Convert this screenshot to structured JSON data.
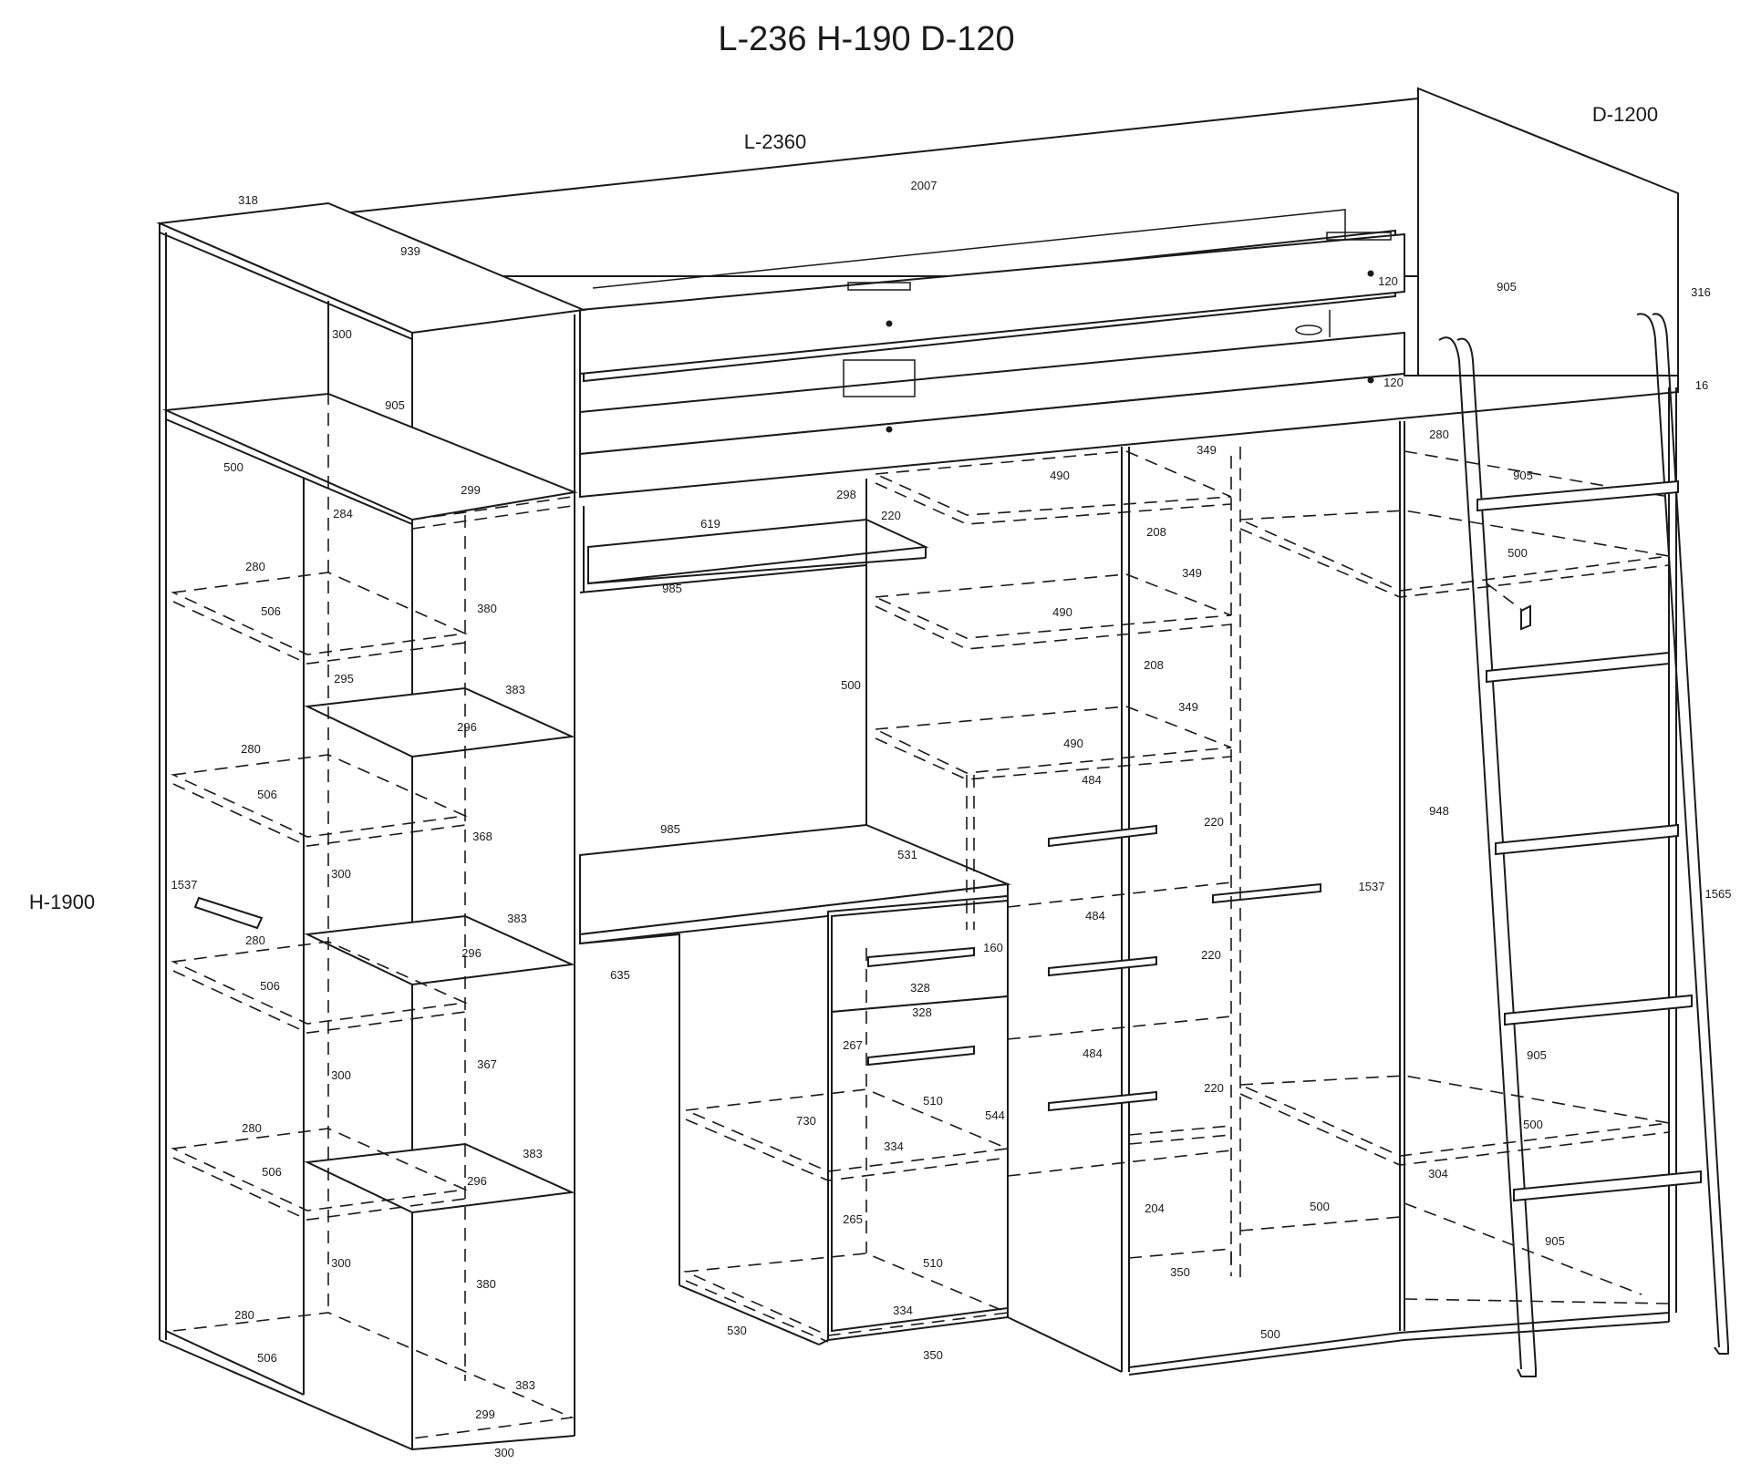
{
  "title": "L-236 H-190 D-120",
  "overall": {
    "length": "L-2360",
    "height": "H-1900",
    "depth": "D-1200"
  },
  "dimensions": {
    "d318": "318",
    "d939": "939",
    "d2007": "2007",
    "d905_top": "905",
    "d316": "316",
    "d16": "16",
    "d120_a": "120",
    "d120_b": "120",
    "d300_a": "300",
    "d905_left": "905",
    "d500_left": "500",
    "d299_top": "299",
    "d284": "284",
    "d280_a": "280",
    "d506_a": "506",
    "d380_a": "380",
    "d295": "295",
    "d383_a": "383",
    "d296_a": "296",
    "d280_b": "280",
    "d506_b": "506",
    "d368": "368",
    "d300_b": "300",
    "d1537_left": "1537",
    "d383_b": "383",
    "d280_c": "280",
    "d296_b": "296",
    "d506_c": "506",
    "d300_c": "300",
    "d367": "367",
    "d280_d": "280",
    "d383_c": "383",
    "d506_d": "506",
    "d296_c": "296",
    "d300_d": "300",
    "d380_b": "380",
    "d280_e": "280",
    "d506_e": "506",
    "d383_d": "383",
    "d299_bottom": "299",
    "d300_bottom": "300",
    "d619": "619",
    "d298": "298",
    "d220_shelf": "220",
    "d985_a": "985",
    "d500_mid": "500",
    "d985_b": "985",
    "d531": "531",
    "d635": "635",
    "d160": "160",
    "d328_a": "328",
    "d328_b": "328",
    "d267": "267",
    "d730": "730",
    "d510_a": "510",
    "d544": "544",
    "d334_a": "334",
    "d265": "265",
    "d510_b": "510",
    "d334_b": "334",
    "d530": "530",
    "d350_bottom": "350",
    "d490_a": "490",
    "d349_a": "349",
    "d208_a": "208",
    "d349_b": "349",
    "d490_b": "490",
    "d208_b": "208",
    "d349_c": "349",
    "d490_c": "490",
    "d484_a": "484",
    "d220_a": "220",
    "d484_b": "484",
    "d220_b": "220",
    "d484_c": "484",
    "d220_c": "220",
    "d204": "204",
    "d350_wd": "350",
    "d500_wd": "500",
    "d500_door": "500",
    "d1537_right": "1537",
    "d280_right": "280",
    "d905_r1": "905",
    "d500_r1": "500",
    "d948": "948",
    "d905_r2": "905",
    "d500_r2": "500",
    "d304": "304",
    "d905_r3": "905",
    "d1565": "1565"
  }
}
